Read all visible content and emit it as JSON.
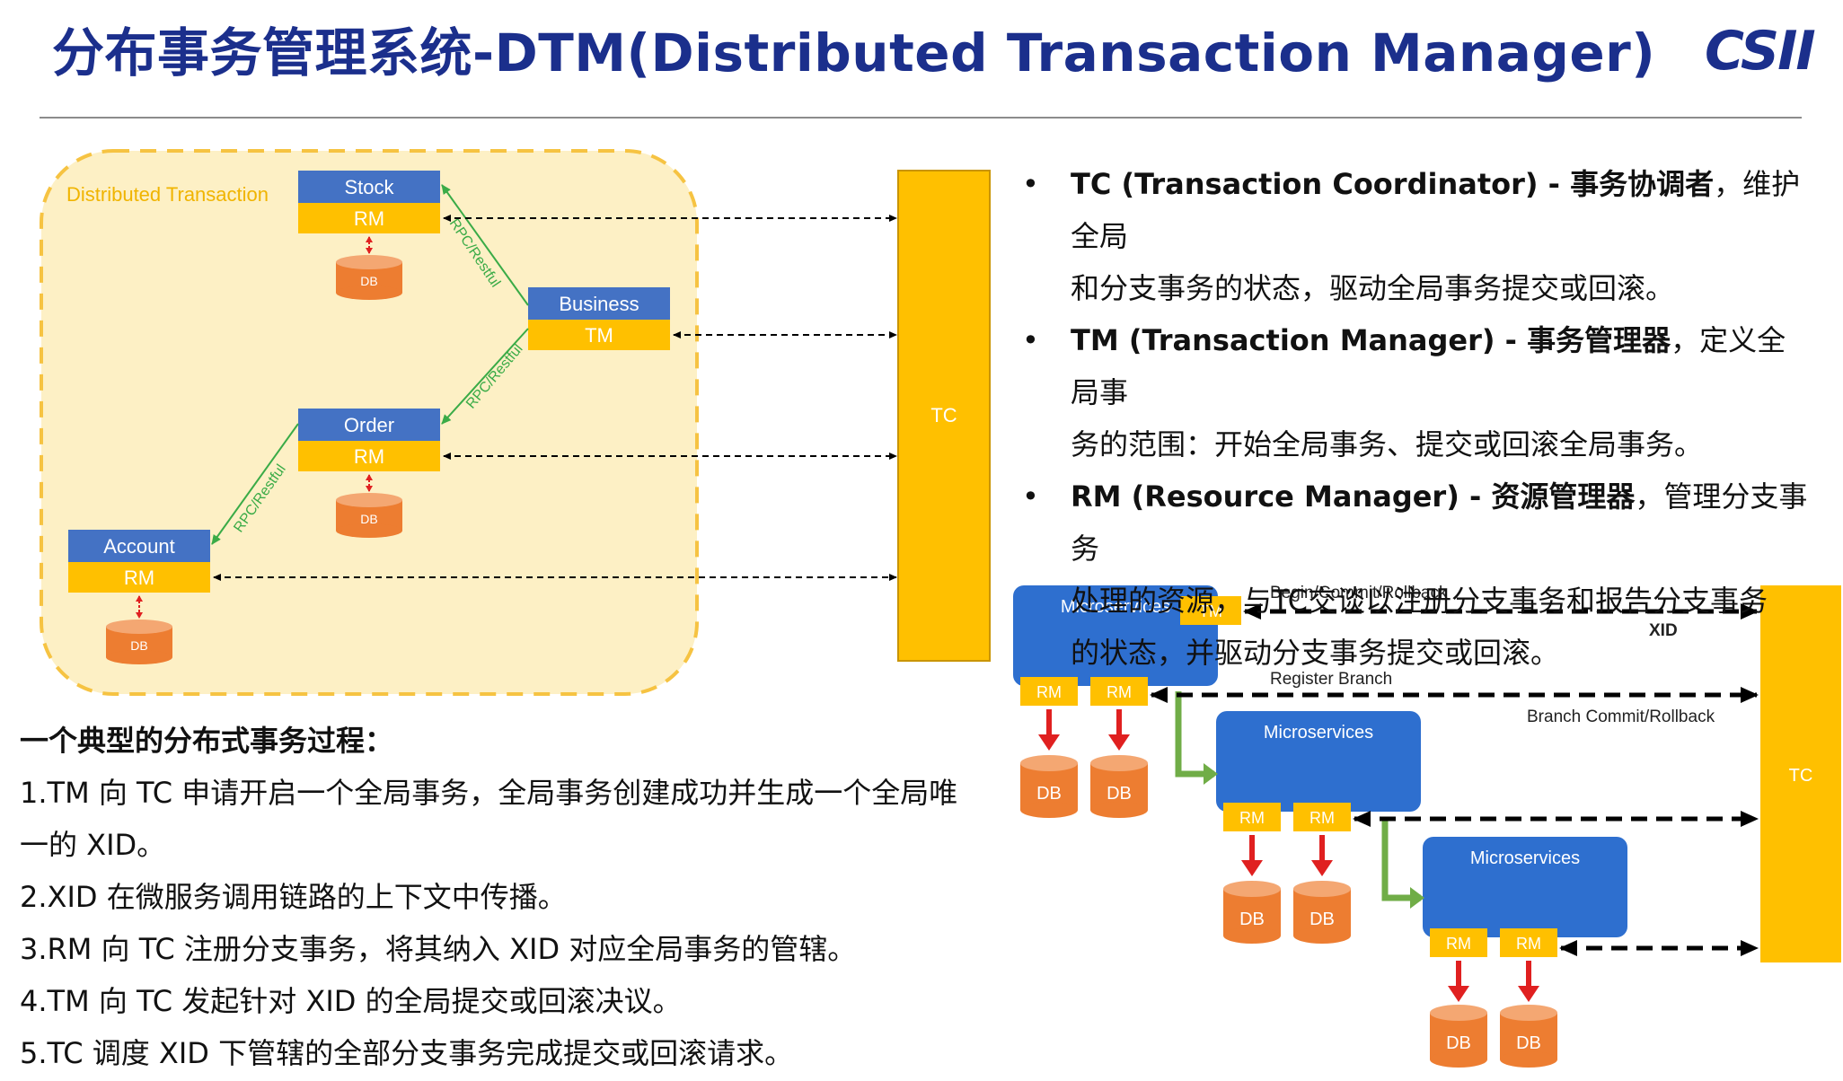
{
  "title": "分布事务管理系统-DTM(Distributed Transaction Manager)",
  "logo": "CSII",
  "left_diagram": {
    "region_label": "Distributed Transaction",
    "services": {
      "stock": {
        "name": "Stock",
        "role": "RM"
      },
      "business": {
        "name": "Business",
        "role": "TM"
      },
      "order": {
        "name": "Order",
        "role": "RM"
      },
      "account": {
        "name": "Account",
        "role": "RM"
      }
    },
    "db_label": "DB",
    "rpc_label": "RPC/Restful",
    "tc_label": "TC"
  },
  "bullets": [
    {
      "key": "TC (Transaction Coordinator) - 事务协调者",
      "text_line1": "，维护全局",
      "text_line2": "和分支事务的状态，驱动全局事务提交或回滚。"
    },
    {
      "key": "TM (Transaction Manager) - 事务管理器",
      "text_line1": "，定义全局事",
      "text_line2": "务的范围：开始全局事务、提交或回滚全局事务。"
    },
    {
      "key": "RM (Resource Manager) - 资源管理器",
      "text_line1": "，管理分支事务",
      "text_line2": "处理的资源，与TC交谈以注册分支事务和报告分支事务",
      "text_line3": "的状态，并驱动分支事务提交或回滚。"
    }
  ],
  "process": {
    "heading": "一个典型的分布式事务过程：",
    "steps": [
      "1.TM 向 TC 申请开启一个全局事务，全局事务创建成功并生成一个全局唯",
      "一的 XID。",
      "2.XID 在微服务调用链路的上下文中传播。",
      "3.RM 向 TC 注册分支事务，将其纳入 XID 对应全局事务的管辖。",
      "4.TM 向 TC 发起针对 XID 的全局提交或回滚决议。",
      "5.TC 调度 XID 下管辖的全部分支事务完成提交或回滚请求。"
    ]
  },
  "right_diagram": {
    "microservices_label": "Microservices",
    "tm_label": "TM",
    "rm_label": "RM",
    "db_label": "DB",
    "tc_label": "TC",
    "begin_label": "Begin/Commit/Rollback",
    "xid_label": "XID",
    "register_label": "Register Branch",
    "branch_label": "Branch Commit/Rollback"
  },
  "colors": {
    "title_blue": "#1b2f8c",
    "service_blue": "#4472c4",
    "role_yellow": "#ffc000",
    "db_orange": "#ed7d31",
    "region_fill": "#fdf0c5",
    "region_border": "#f6c342",
    "rpc_green": "#3aab47",
    "micro_blue": "#2e6fcf",
    "arrow_red": "#e02020",
    "flow_green": "#70ad47"
  }
}
